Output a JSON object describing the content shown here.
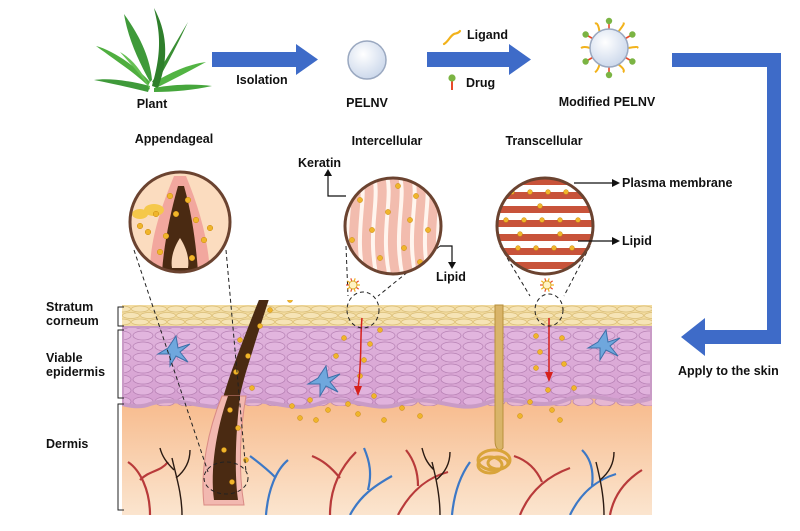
{
  "top_flow": {
    "plant": "Plant",
    "isolation": "Isolation",
    "pelnv": "PELNV",
    "ligand": "Ligand",
    "drug": "Drug",
    "modified": "Modified PELNV",
    "apply": "Apply to the skin"
  },
  "pathways": {
    "appendageal": "Appendageal",
    "intercellular": "Intercellular",
    "transcellular": "Transcellular"
  },
  "callouts": {
    "keratin": "Keratin",
    "lipid_inter": "Lipid",
    "plasma_membrane": "Plasma membrane",
    "lipid_trans": "Lipid"
  },
  "layers": {
    "stratum_1": "Stratum",
    "stratum_2": "corneum",
    "viable_1": "Viable",
    "viable_2": "epidermis",
    "dermis": "Dermis"
  },
  "colors": {
    "arrow_blue": "#3e6bc8",
    "stratum": "#f3dca0",
    "epidermis": "#d9a8d6",
    "dermis": "#f6c79c",
    "hair": "#4a2a12",
    "vessel_red": "#b83a3a",
    "vessel_blue": "#3c78c6",
    "drug_dot": "#f0b52b",
    "ligand": "#f2b21a",
    "drug_stem": "#e84a2a",
    "drug_head": "#7bb443"
  }
}
